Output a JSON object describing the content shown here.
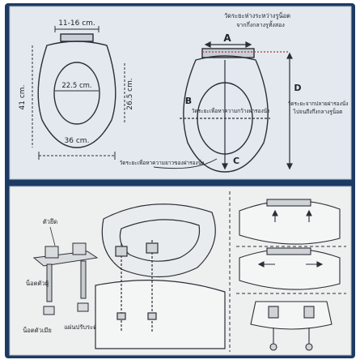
{
  "top_panel": {
    "labels": {
      "hinge_width": "11-16 cm.",
      "seat_height": "41 cm.",
      "hole_width": "22.5 cm.",
      "hole_height": "26.5 cm.",
      "seat_width": "36 cm.",
      "bolt_spacing_note_line1": "วัดระยะห่างระหว่างรูน็อต",
      "bolt_spacing_note_line2": "จากกึ่งกลางรูทั้งสอง",
      "dim_a": "A",
      "dim_b": "B",
      "dim_c": "C",
      "dim_d": "D",
      "width_note": "วัดระยะเพื่อหาความกว้างฝารองนั่ง",
      "length_note_line1": "วัดระยะจากปลายฝารองนั่ง",
      "length_note_line2": "ไปจนถึงกึ่งกลางรูน็อต",
      "bottom_note": "วัดระยะเพื่อหาความยาวของฝารองนั่ง"
    }
  },
  "bottom_panel": {
    "labels": {
      "hinge_part": "ตัวยึด",
      "bolt_top": "น็อตตัวผู้",
      "bolt_bottom": "น็อตตัวเมีย",
      "washer_plate": "แผ่นปรับระดับ"
    }
  },
  "colors": {
    "panel_bg": "#e4e9ef",
    "bottom_bg": "#eef0ef",
    "frame": "#1d3a63",
    "ink": "#20242a",
    "dim_red": "#b03434"
  }
}
